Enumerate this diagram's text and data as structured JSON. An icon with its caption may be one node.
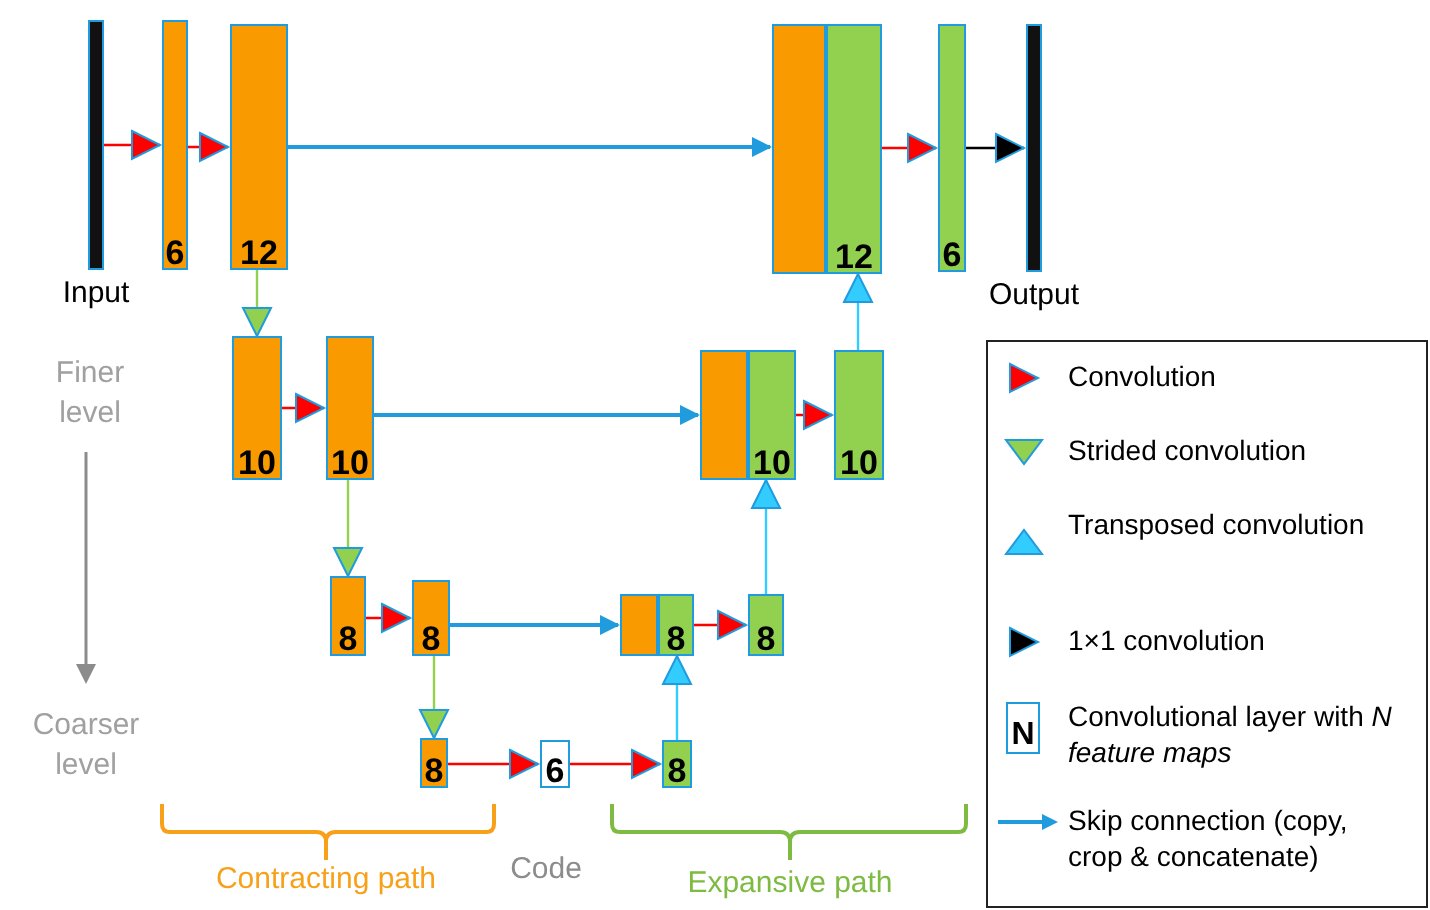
{
  "diagram": {
    "nodes": [
      {
        "text": [],
        "shape": "bar",
        "beside": [
          "Input"
        ]
      },
      {
        "text": [
          "6"
        ]
      },
      {
        "text": [
          "12"
        ]
      },
      {
        "text": [],
        "shape": "bar"
      },
      {
        "text": [
          "12"
        ]
      },
      {
        "text": [
          "6"
        ]
      },
      {
        "text": [],
        "shape": "bar",
        "beside": [
          "Output"
        ]
      },
      {
        "text": [
          "10"
        ]
      },
      {
        "text": [
          "10"
        ]
      },
      {
        "text": [],
        "shape": "bar"
      },
      {
        "text": [
          "10"
        ]
      },
      {
        "text": [
          "10"
        ]
      },
      {
        "text": [
          "8"
        ]
      },
      {
        "text": [
          "8"
        ]
      },
      {
        "text": [],
        "shape": "bar"
      },
      {
        "text": [
          "8"
        ]
      },
      {
        "text": [
          "8"
        ]
      },
      {
        "text": [
          "8"
        ]
      },
      {
        "text": [
          "6"
        ]
      },
      {
        "text": [
          "8"
        ]
      }
    ],
    "edges": [
      {
        "from": 0,
        "to": 1,
        "arrow": "to",
        "color": "#ff0000"
      },
      {
        "from": 1,
        "to": 2,
        "arrow": "to",
        "color": "#ff0000"
      },
      {
        "from": 2,
        "to": 3,
        "arrow": "to",
        "color": "#1f9bde"
      },
      {
        "from": 4,
        "to": 5,
        "arrow": "to",
        "color": "#ff0000"
      },
      {
        "from": 5,
        "to": 6,
        "arrow": "to",
        "color": "#000000"
      },
      {
        "from": 2,
        "to": 7,
        "arrow": "to",
        "color": "#92d050"
      },
      {
        "from": 7,
        "to": 8,
        "arrow": "to",
        "color": "#ff0000"
      },
      {
        "from": 8,
        "to": 9,
        "arrow": "to",
        "color": "#1f9bde"
      },
      {
        "from": 10,
        "to": 11,
        "arrow": "to",
        "color": "#ff0000"
      },
      {
        "from": 11,
        "to": 4,
        "arrow": "to",
        "color": "#33ccff"
      },
      {
        "from": 8,
        "to": 12,
        "arrow": "to",
        "color": "#92d050"
      },
      {
        "from": 12,
        "to": 13,
        "arrow": "to",
        "color": "#ff0000"
      },
      {
        "from": 13,
        "to": 14,
        "arrow": "to",
        "color": "#1f9bde"
      },
      {
        "from": 15,
        "to": 16,
        "arrow": "to",
        "color": "#ff0000"
      },
      {
        "from": 16,
        "to": 10,
        "arrow": "to",
        "color": "#33ccff"
      },
      {
        "from": 13,
        "to": 17,
        "arrow": "to",
        "color": "#92d050"
      },
      {
        "from": 17,
        "to": 18,
        "arrow": "to",
        "color": "#ff0000"
      },
      {
        "from": 18,
        "to": 19,
        "arrow": "to",
        "color": "#ff0000"
      },
      {
        "from": 19,
        "to": 15,
        "arrow": "to",
        "color": "#33ccff"
      }
    ],
    "labels": [
      "Finer level",
      "Coarser level",
      "Code",
      "Contracting path",
      "Expansive path",
      "N"
    ],
    "legend": [
      {
        "text": "Convolution"
      },
      {
        "text": "Strided convolution"
      },
      {
        "text": "Transposed convolution"
      },
      {
        "text": "1×1 convolution"
      },
      {
        "text": "Convolutional layer with *N feature maps*"
      },
      {
        "text": "Skip connection (copy, crop & concatenate)"
      }
    ]
  }
}
